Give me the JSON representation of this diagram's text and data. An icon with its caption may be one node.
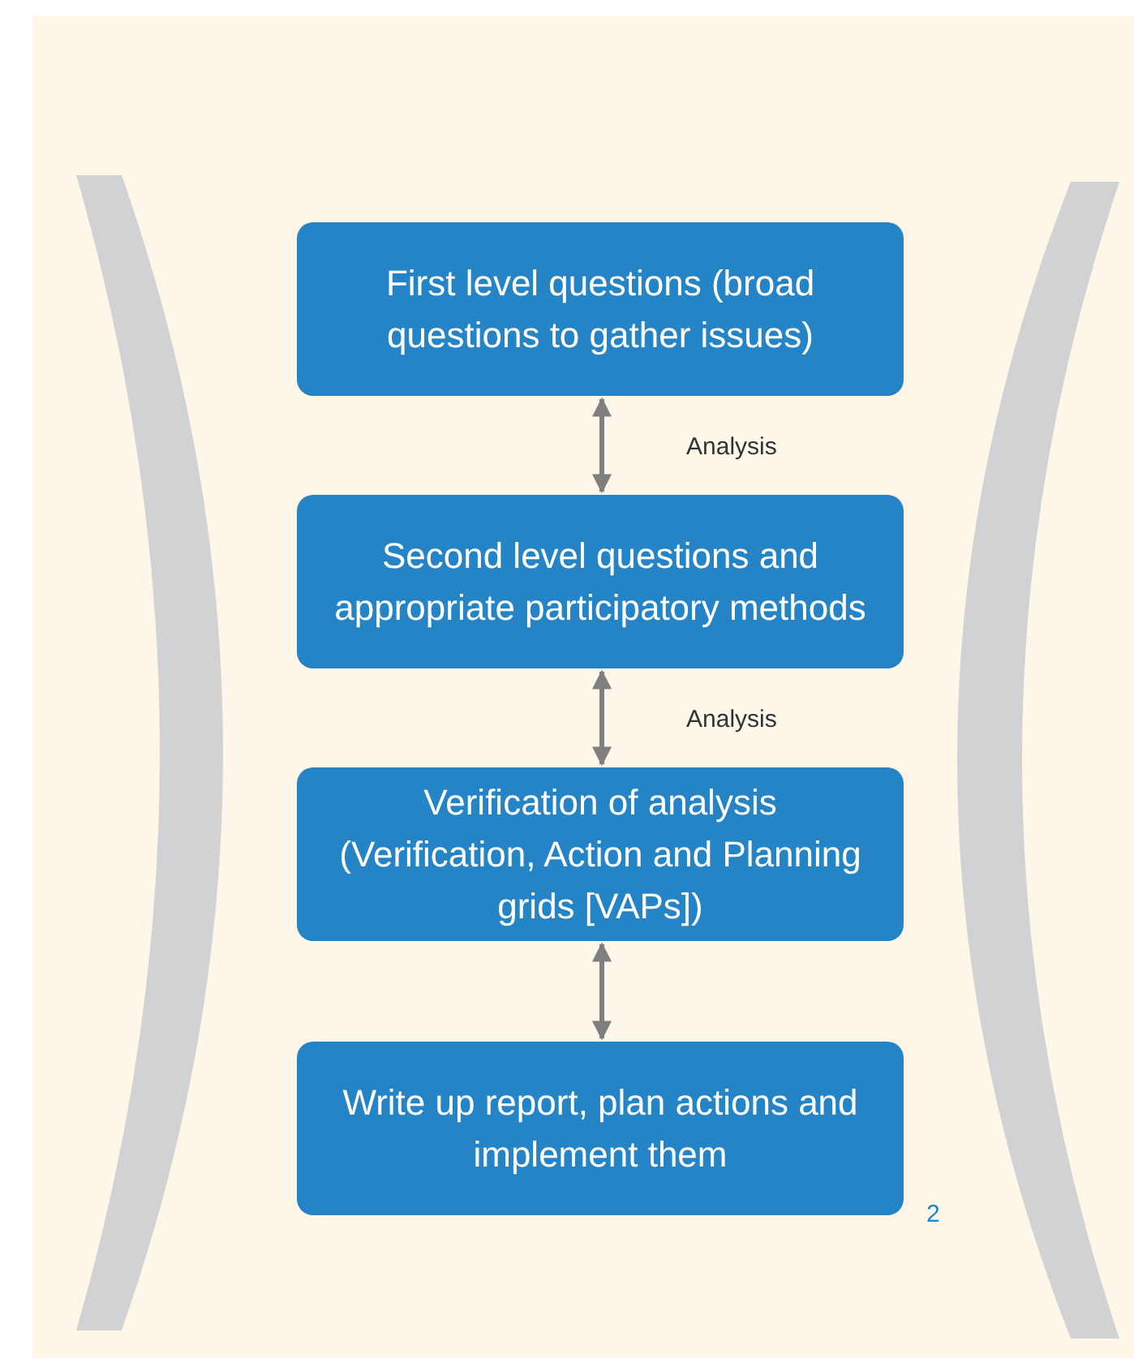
{
  "diagram": {
    "nodes": [
      {
        "text": [
          "First level questions (broad questions to gather issues)"
        ]
      },
      {
        "text": [
          "Second level questions and appropriate participatory methods"
        ]
      },
      {
        "text": [
          "Verification of analysis (Verification, Action and Planning grids [VAPs])"
        ]
      },
      {
        "text": [
          "Write up report, plan actions and implement them"
        ]
      }
    ],
    "edges": [
      {
        "from": 0,
        "to": 1,
        "arrow": "both",
        "label": "Analysis"
      },
      {
        "from": 1,
        "to": 2,
        "arrow": "both",
        "label": "Analysis"
      },
      {
        "from": 2,
        "to": 3,
        "arrow": "both"
      }
    ],
    "labels": [
      "2"
    ]
  }
}
